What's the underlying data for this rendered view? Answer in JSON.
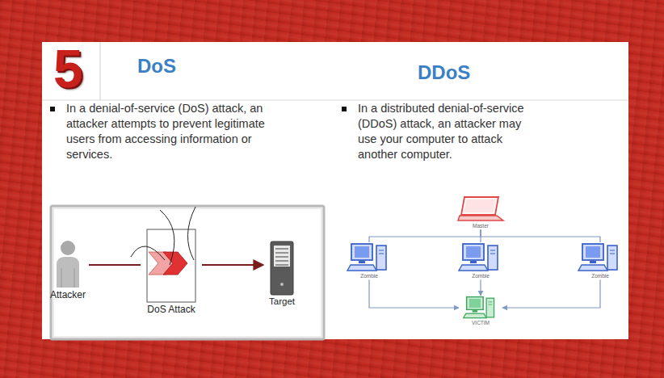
{
  "diagram": {
    "nodes": [
      {
        "text": [
          "Attacker"
        ]
      },
      {
        "text": [
          "DoS Attack"
        ]
      },
      {
        "text": [
          "Target"
        ]
      },
      {
        "text": [
          "Master"
        ]
      },
      {
        "text": [
          "Zombie"
        ]
      },
      {
        "text": [
          "Zombie"
        ]
      },
      {
        "text": [
          "Zombie"
        ]
      },
      {
        "text": [
          "VICTIM"
        ]
      }
    ],
    "edges": [
      {
        "from": 0,
        "to": 1,
        "arrow": "none"
      },
      {
        "from": 1,
        "to": 2,
        "arrow": "to"
      },
      {
        "from": 3,
        "to": 4,
        "arrow": "none"
      },
      {
        "from": 3,
        "to": 5,
        "arrow": "none"
      },
      {
        "from": 3,
        "to": 6,
        "arrow": "none"
      },
      {
        "from": 4,
        "to": 7,
        "arrow": "to"
      },
      {
        "from": 5,
        "to": 7,
        "arrow": "to"
      },
      {
        "from": 6,
        "to": 7,
        "arrow": "to"
      }
    ],
    "labels": [
      "5",
      "DoS",
      "DDoS",
      "In a denial-of-service (DoS) attack, an attacker attempts to prevent legitimate users from accessing information or services.",
      "In a distributed denial-of-service (DDoS) attack, an attacker may use your computer to attack another computer."
    ]
  }
}
